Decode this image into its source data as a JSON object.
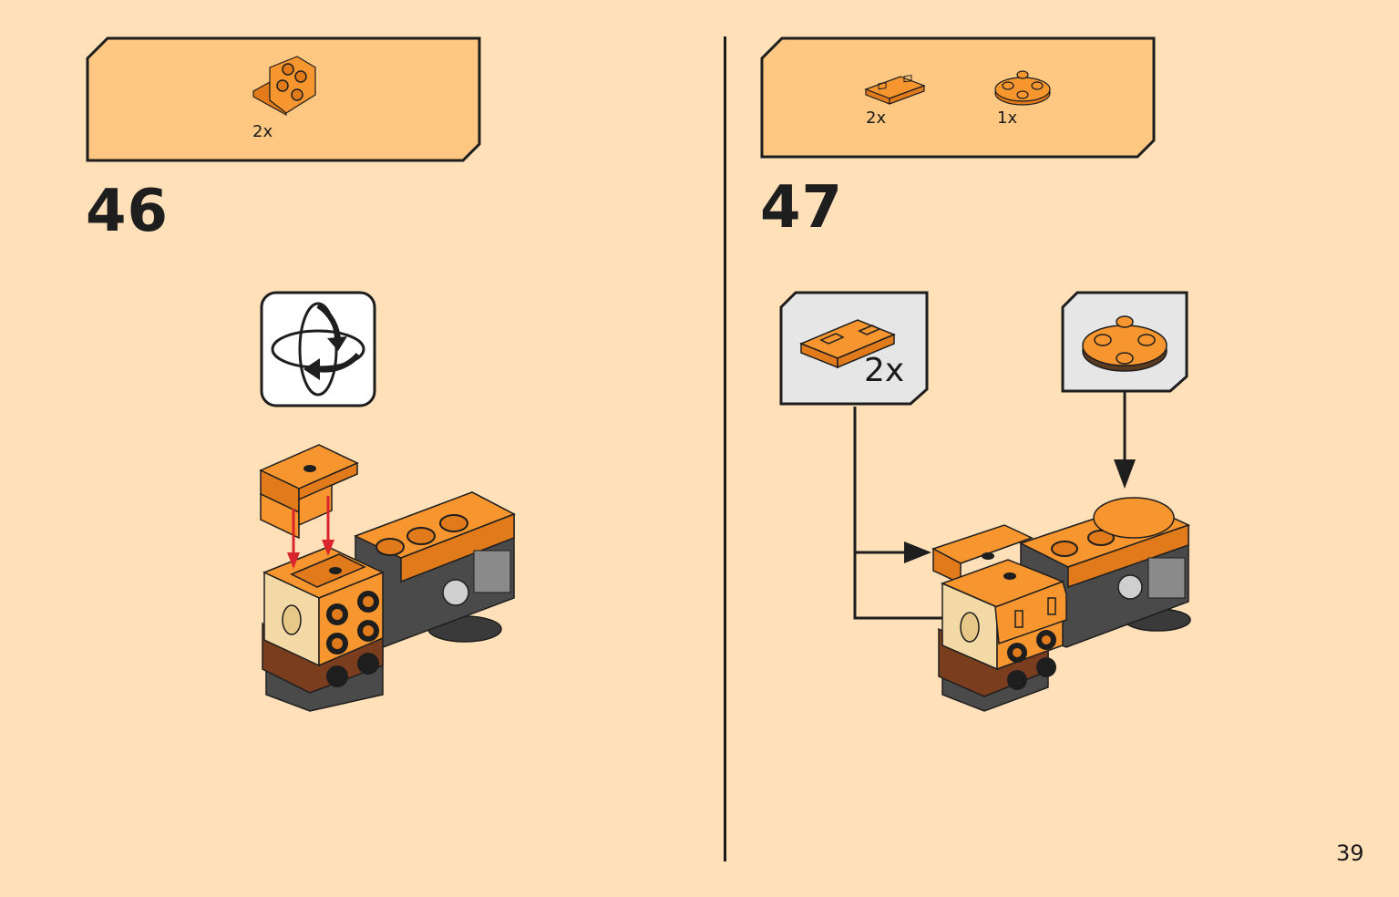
{
  "page": {
    "number": "39"
  },
  "steps": [
    {
      "number": "46",
      "parts": [
        {
          "name": "orange-bracket-plate",
          "qty": "2x"
        }
      ]
    },
    {
      "number": "47",
      "parts": [
        {
          "name": "orange-tile-with-groove",
          "qty": "2x"
        },
        {
          "name": "orange-round-plate",
          "qty": "1x"
        }
      ],
      "callouts": [
        {
          "name": "tile-callout",
          "qty": "2x"
        },
        {
          "name": "round-plate-callout",
          "qty": ""
        }
      ]
    }
  ],
  "colors": {
    "background": "#FFE0B8",
    "parts_box": "#FFC882",
    "orange": "#F7962E",
    "dark_orange": "#E07A1A",
    "dark_grey": "#4A4A4A",
    "brown": "#7A3E1E",
    "tan": "#F2D9A6",
    "callout_bg": "#E6E6E6",
    "arrow_red": "#D9252B"
  },
  "icons": [
    "rotate-model-icon"
  ]
}
